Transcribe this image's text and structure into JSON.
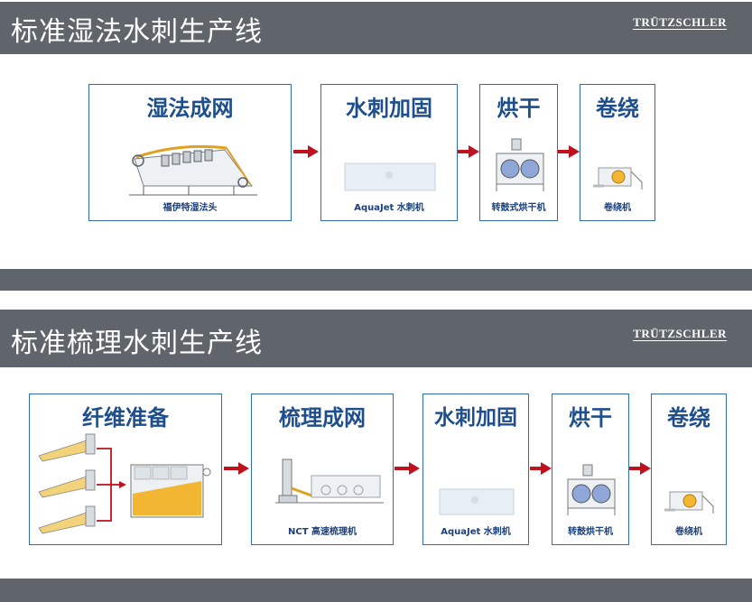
{
  "brand": "TRÜTZSCHLER",
  "section1": {
    "title": "标准湿法水刺生产线",
    "steps": [
      {
        "title": "湿法成网",
        "caption": "福伊特湿法头"
      },
      {
        "title": "水刺加固",
        "caption": "AquaJet 水刺机"
      },
      {
        "title": "烘干",
        "caption": "转鼓式烘干机"
      },
      {
        "title": "卷绕",
        "caption": "卷绕机"
      }
    ]
  },
  "section2": {
    "title": "标准梳理水刺生产线",
    "steps": [
      {
        "title": "纤维准备",
        "caption": ""
      },
      {
        "title": "梳理成网",
        "caption": "NCT 高速梳理机"
      },
      {
        "title": "水刺加固",
        "caption": "AquaJet 水刺机"
      },
      {
        "title": "烘干",
        "caption": "转鼓烘干机"
      },
      {
        "title": "卷绕",
        "caption": "卷绕机"
      }
    ]
  },
  "colors": {
    "header_bar": "#5f656b",
    "box_border": "#2d6db0",
    "title_text": "#1f4e8c",
    "arrow": "#c0111f",
    "web_yellow": "#f2b632"
  }
}
